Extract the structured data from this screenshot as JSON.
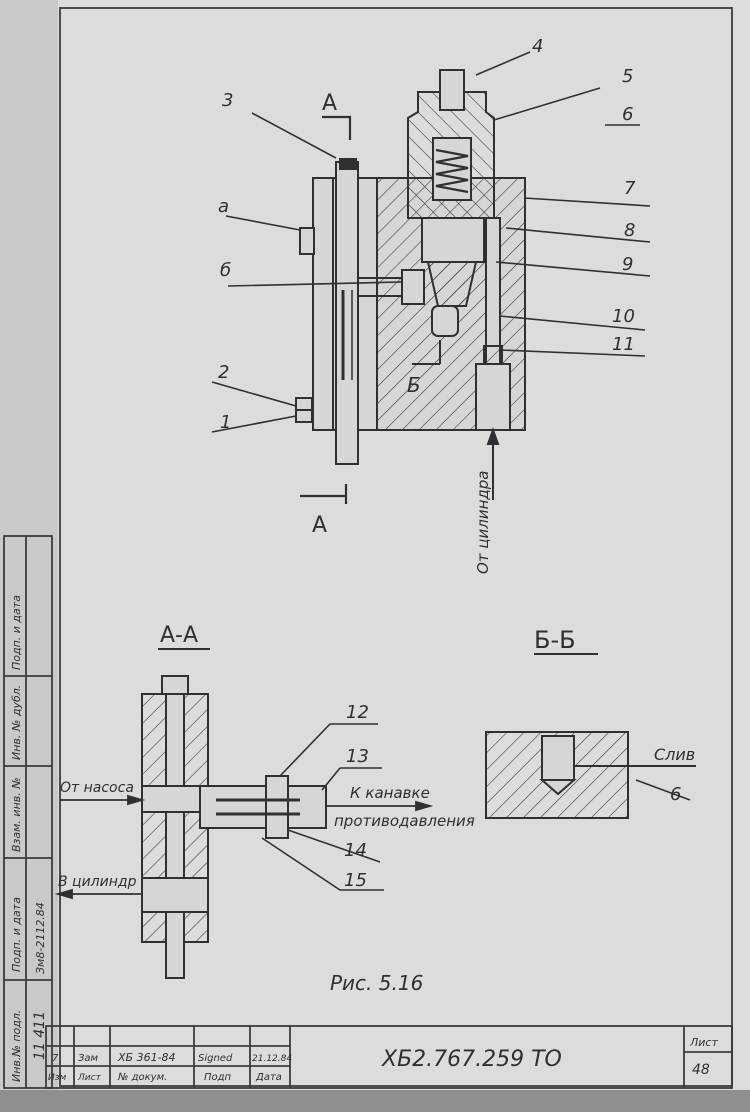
{
  "drawing": {
    "section_marker": "А",
    "section_marker_bottom": "А",
    "section_b_marker": "Б",
    "callouts": [
      "1",
      "2",
      "3",
      "4",
      "5",
      "6",
      "7",
      "8",
      "9",
      "10",
      "11"
    ],
    "letter_a": "а",
    "letter_b": "б",
    "flow_from_cylinder": "От цилиндра"
  },
  "section_aa": {
    "title": "А-А",
    "callouts": [
      "12",
      "13",
      "14",
      "15"
    ],
    "from_pump": "От насоса",
    "to_groove_line1": "К канавке",
    "to_groove_line2": "противодавления",
    "to_cylinder": "В цилиндр"
  },
  "section_bb": {
    "title": "Б-Б",
    "drain_label": "Слив",
    "callout": "6"
  },
  "figure_caption": "Рис. 5.16",
  "title_block": {
    "designation": "ХБ2.767.259  ТО",
    "sheet_label": "Лист",
    "sheet_number": "48",
    "rev_change": "7",
    "rev_sheet": "Зам",
    "rev_doc": "ХБ 361-84",
    "rev_sign": "Signed",
    "rev_date": "21.12.84",
    "hdr_change": "Изм",
    "hdr_sheet": "Лист",
    "hdr_doc": "№ докум.",
    "hdr_sign": "Подп",
    "hdr_date": "Дата"
  },
  "side_stamp": {
    "col1": "Инв.№ подл.",
    "col2": "Подп. и дата",
    "col3": "Взам. инв. №",
    "col4": "Инв. № дубл.",
    "col5": "Подп. и дата",
    "val1": "11 411",
    "val2": "Зм8-2112.84"
  }
}
